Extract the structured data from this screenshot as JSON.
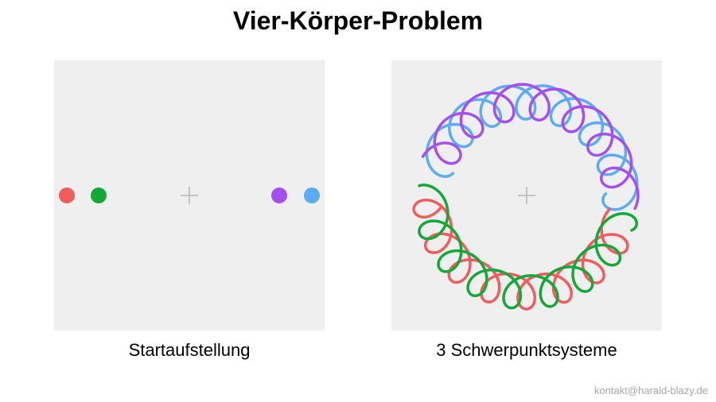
{
  "title": "Vier-Körper-Problem",
  "panels": {
    "left": {
      "caption": "Startaufstellung",
      "bodies": [
        {
          "name": "red-body",
          "color": "#f25c5c"
        },
        {
          "name": "green-body",
          "color": "#13a838"
        },
        {
          "name": "purple-body",
          "color": "#a64ff0"
        },
        {
          "name": "blue-body",
          "color": "#5aacf5"
        }
      ],
      "center_marker": "plus-icon"
    },
    "right": {
      "caption": "3 Schwerpunktsysteme",
      "trajectories": [
        {
          "name": "blue-trajectory",
          "color": "#5aacf5"
        },
        {
          "name": "purple-trajectory",
          "color": "#a64ff0"
        },
        {
          "name": "red-trajectory",
          "color": "#f25c5c"
        },
        {
          "name": "green-trajectory",
          "color": "#13a838"
        }
      ],
      "center_marker": "plus-icon"
    }
  },
  "contact": "kontakt@harald-blazy.de"
}
